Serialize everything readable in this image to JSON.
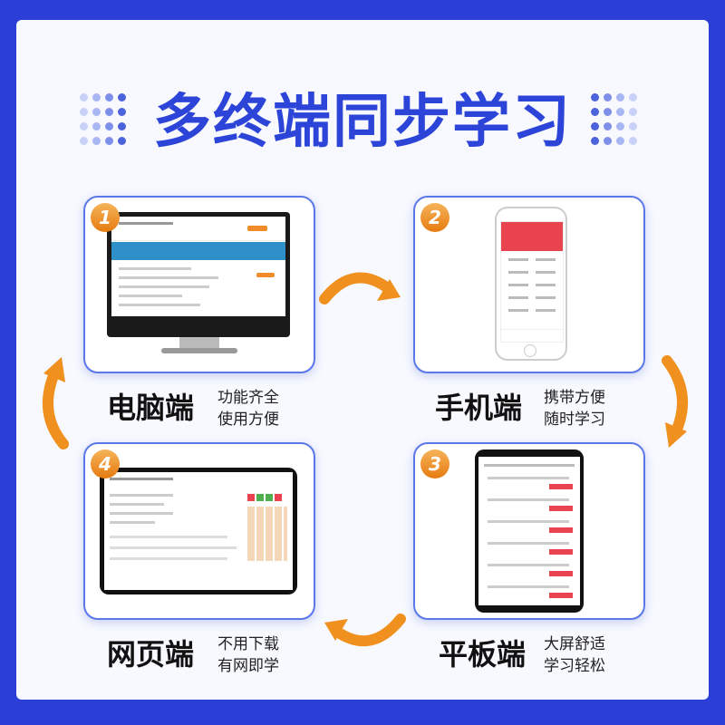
{
  "title": "多终端同步学习",
  "cards": [
    {
      "num": "1",
      "label": "电脑端",
      "desc_line1": "功能齐全",
      "desc_line2": "使用方便"
    },
    {
      "num": "2",
      "label": "手机端",
      "desc_line1": "携带方便",
      "desc_line2": "随时学习"
    },
    {
      "num": "3",
      "label": "平板端",
      "desc_line1": "大屏舒适",
      "desc_line2": "学习轻松"
    },
    {
      "num": "4",
      "label": "网页端",
      "desc_line1": "不用下载",
      "desc_line2": "有网即学"
    }
  ],
  "colors": {
    "accent": "#2d44d8",
    "arrow": "#f0901e",
    "badge": "#e67a10",
    "phone_header": "#e8434f"
  }
}
